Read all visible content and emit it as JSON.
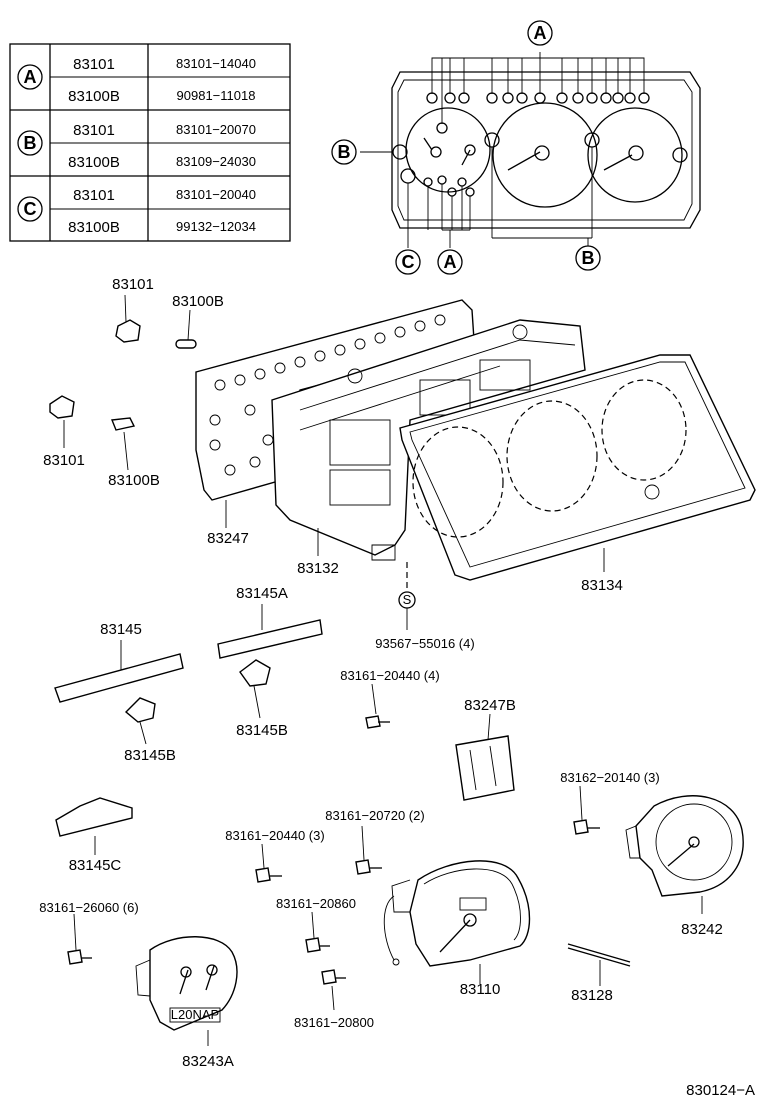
{
  "legend_table": {
    "rows": [
      {
        "key": "A",
        "part": "83101",
        "number": "83101−14040"
      },
      {
        "key": "A",
        "part": "83100B",
        "number": "90981−11018"
      },
      {
        "key": "B",
        "part": "83101",
        "number": "83101−20070"
      },
      {
        "key": "B",
        "part": "83100B",
        "number": "83109−24030"
      },
      {
        "key": "C",
        "part": "83101",
        "number": "83101−20040"
      },
      {
        "key": "C",
        "part": "83100B",
        "number": "99132−12034"
      }
    ]
  },
  "callouts": {
    "a": "A",
    "b": "B",
    "c": "C",
    "s": "S"
  },
  "parts": {
    "p83101_top": "83101",
    "p83100b_top": "83100B",
    "p83101_bottom": "83101",
    "p83100b_bottom": "83100B",
    "p83247": "83247",
    "p83132": "83132",
    "p83134": "83134",
    "screw_93567": "93567−55016 (4)",
    "p83145": "83145",
    "p83145a": "83145A",
    "p83145b_left": "83145B",
    "p83145b_mid": "83145B",
    "screw_83161_20440_4": "83161−20440 (4)",
    "p83247b": "83247B",
    "screw_83162_20140": "83162−20140 (3)",
    "p83145c": "83145C",
    "screw_83161_20720": "83161−20720 (2)",
    "screw_83161_20440_3": "83161−20440 (3)",
    "p83242": "83242",
    "screw_83161_26060": "83161−26060 (6)",
    "screw_83161_20860": "83161−20860",
    "p83110": "83110",
    "p83128": "83128",
    "screw_83161_20800": "83161−20800",
    "p83243a": "83243A",
    "gauge_mark": "L20NAP"
  },
  "drawing_code": "830124−A"
}
